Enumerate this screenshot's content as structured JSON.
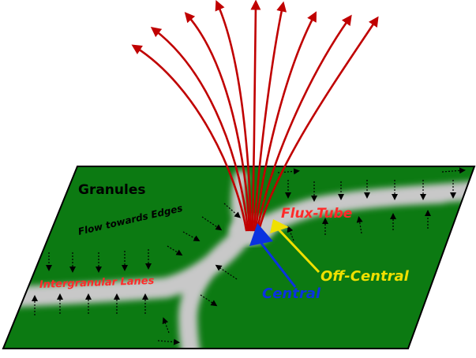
{
  "labels": {
    "granules": "Granules",
    "flow_edges": "Flow towards Edges",
    "flux_tube": "Flux-Tube",
    "intergranular": "Intergranular Lanes",
    "off_central": "Off-Central",
    "central": "Central"
  },
  "colors": {
    "granule_green": "#0c7a12",
    "lane_gray": "#c8c8c8",
    "field_line_red": "#c00000",
    "central_blue": "#0a32e0",
    "off_central_yellow": "#f0e000",
    "flux_tube_text": "#ff2a2a",
    "intergranular_text": "#ff2a2a",
    "border": "#000000"
  },
  "icons": {
    "field_line_arrows": "red-arrow-icon",
    "central_marker": "blue-triangle-icon",
    "off_central_marker": "yellow-triangle-icon",
    "flow_arrows": "dotted-black-arrow-icon"
  }
}
